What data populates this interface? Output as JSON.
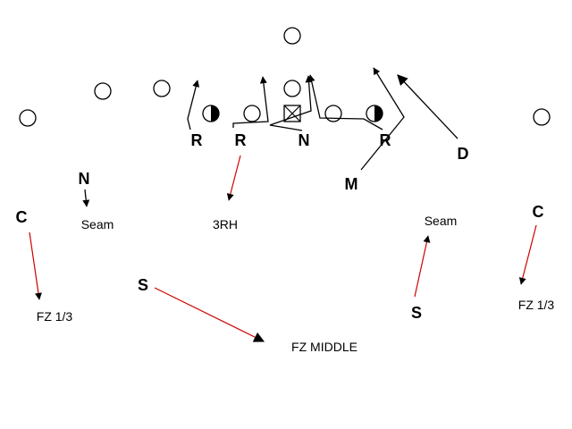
{
  "colors": {
    "ink": "#000000",
    "red_route": "#d00000",
    "background": "#ffffff"
  },
  "offense": {
    "center_symbol": "boxed-x",
    "half_filled_players": 2
  },
  "defense_labels": {
    "r_left_1": "R",
    "r_left_2": "R",
    "n_front": "N",
    "r_right": "R",
    "d_right": "D",
    "m_mid": "M",
    "n_left": "N",
    "c_left": "C",
    "s_left": "S",
    "s_right": "S",
    "c_right": "C"
  },
  "zone_labels": {
    "seam_left": "Seam",
    "three_rh": "3RH",
    "seam_right": "Seam",
    "fz_left": "FZ 1/3",
    "fz_middle": "FZ MIDDLE",
    "fz_right": "FZ 1/3"
  }
}
